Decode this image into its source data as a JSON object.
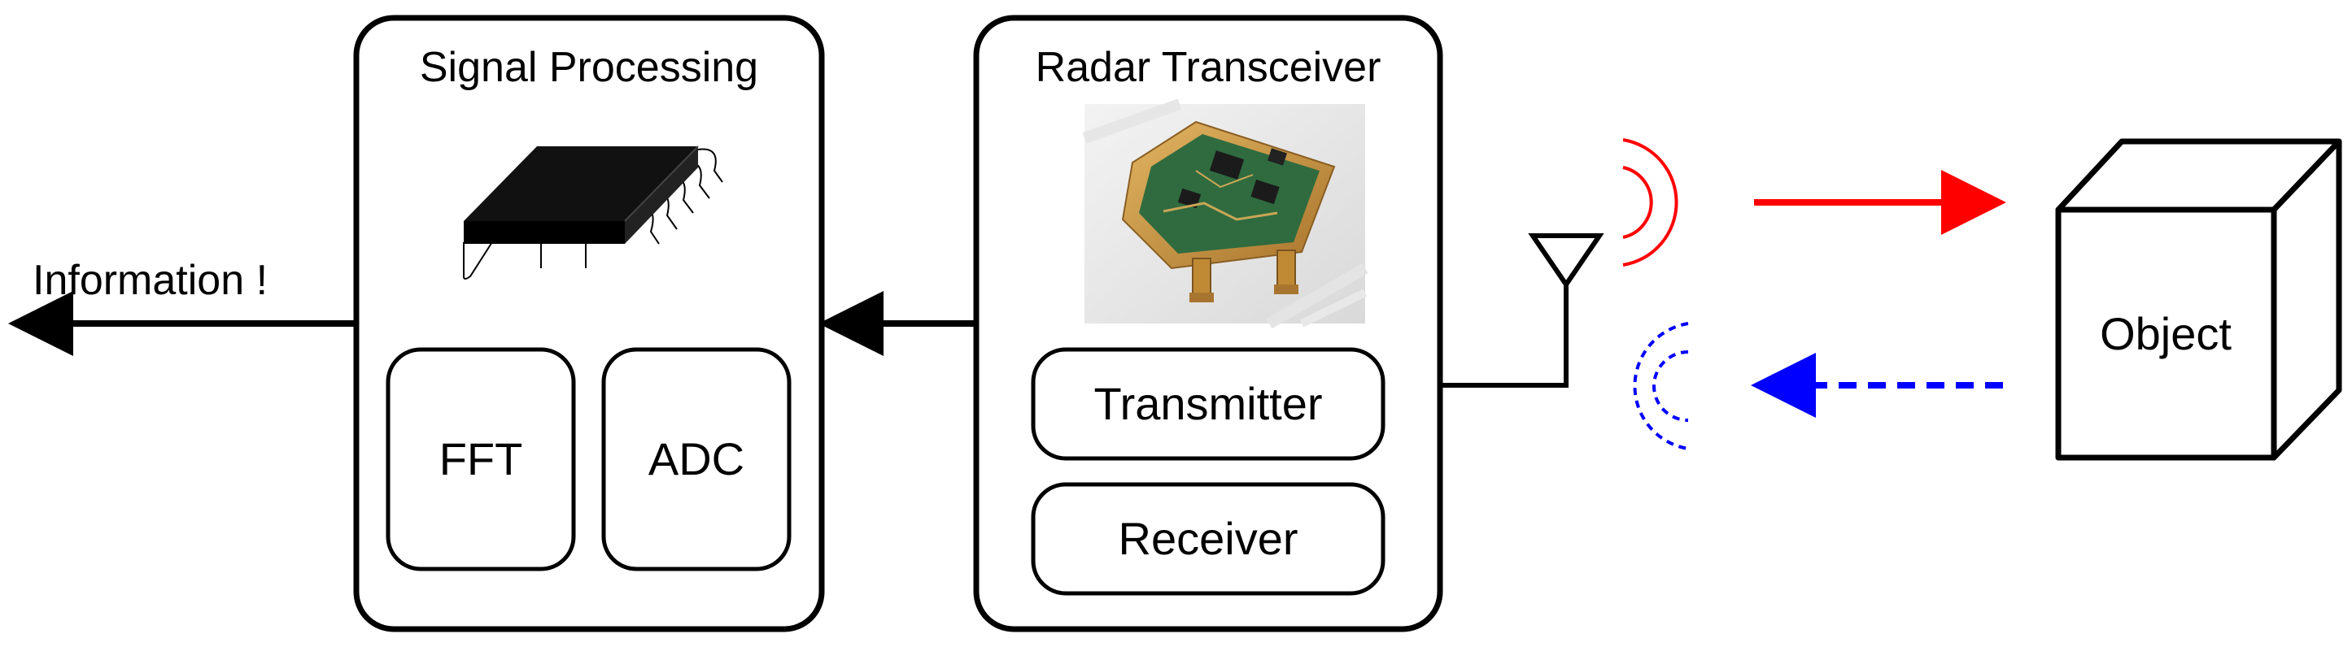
{
  "output_label": "Information !",
  "signal_processing": {
    "title": "Signal Processing",
    "blocks": [
      "FFT",
      "ADC"
    ]
  },
  "radar_transceiver": {
    "title": "Radar Transceiver",
    "blocks": [
      "Transmitter",
      "Receiver"
    ]
  },
  "target": {
    "label": "Object"
  },
  "colors": {
    "line": "#000000",
    "transmit": "#ff0000",
    "receive": "#0000ff",
    "pcb_gold": "#c8963e",
    "pcb_green": "#2f6b3f",
    "chip": "#111111"
  },
  "icons": {
    "chip": "chip-icon",
    "module_photo": "radar-module-photo-icon",
    "antenna": "antenna-icon",
    "transmit_wave": "transmit-wave-icon",
    "receive_wave": "receive-wave-icon",
    "object": "cube-icon"
  }
}
